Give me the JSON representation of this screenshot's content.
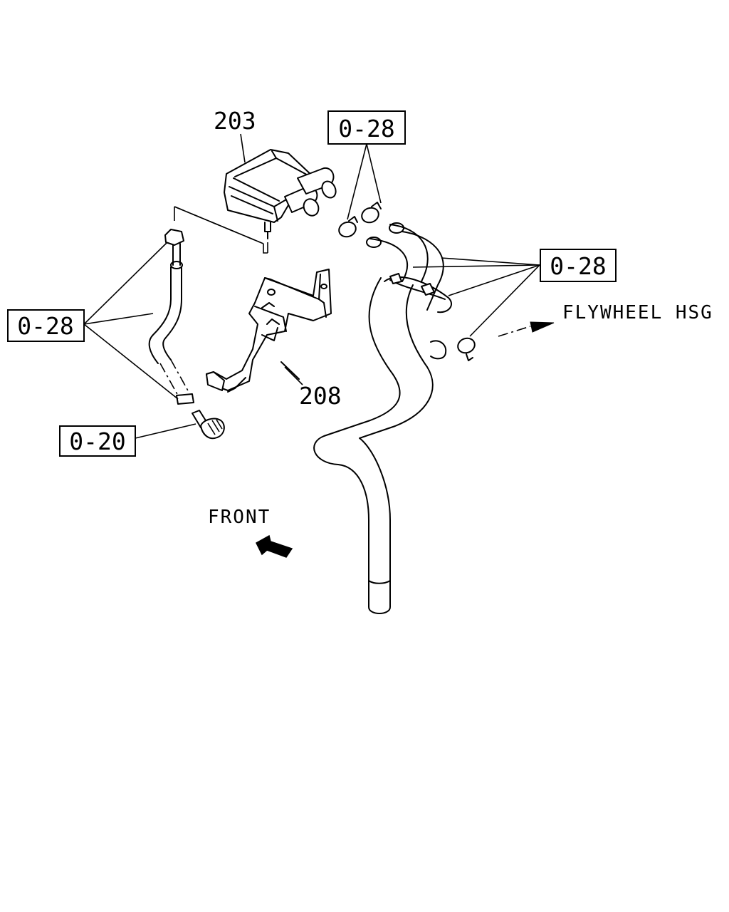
{
  "part_labels": {
    "part_203": "203",
    "part_208": "208"
  },
  "callouts": {
    "clamp_ref_top": "0-28",
    "clamp_ref_right": "0-28",
    "clamp_ref_left": "0-28",
    "connector_ref": "0-20"
  },
  "annotations": {
    "flywheel": "FLYWHEEL HSG",
    "front": "FRONT"
  }
}
